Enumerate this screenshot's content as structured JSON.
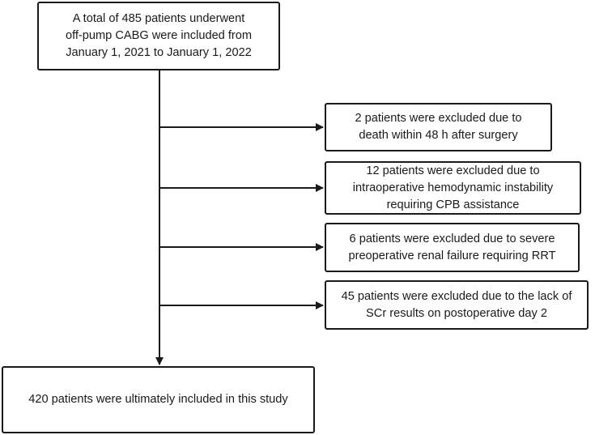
{
  "flowchart": {
    "top": "A total of 485 patients underwent\noff-pump CABG were included from\nJanuary 1, 2021 to January 1, 2022",
    "exclusions": [
      "2 patients were excluded due to\ndeath within 48 h after surgery",
      "12 patients were excluded due to\nintraoperative hemodynamic instability\nrequiring CPB assistance",
      "6 patients were excluded due to severe\npreoperative renal failure requiring RRT",
      "45 patients were excluded due to the lack of\nSCr results on postoperative day 2"
    ],
    "final": "420 patients were ultimately included in this study"
  },
  "colors": {
    "line": "#1a1a1a",
    "background": "#ffffff"
  }
}
